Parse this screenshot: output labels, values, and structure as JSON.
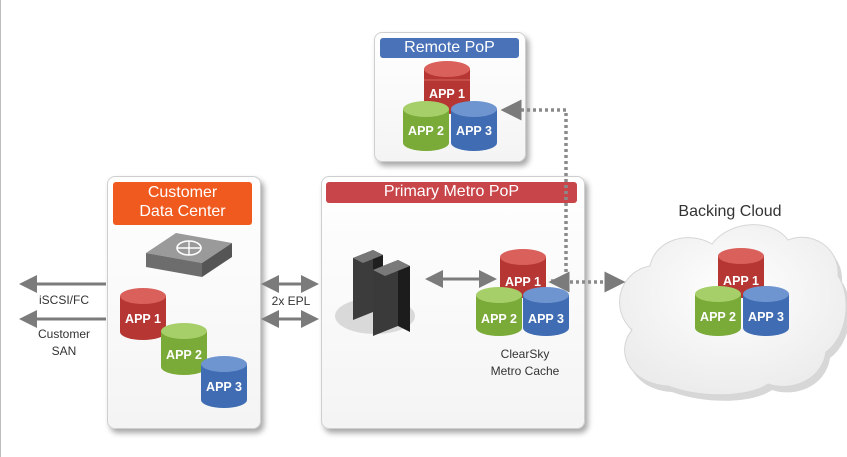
{
  "remote_pop": {
    "title": "Remote PoP"
  },
  "customer_dc": {
    "title_line1": "Customer",
    "title_line2": "Data Center"
  },
  "primary_pop": {
    "title": "Primary Metro PoP"
  },
  "backing_cloud": {
    "title": "Backing Cloud"
  },
  "apps": {
    "app1": "APP 1",
    "app2": "APP 2",
    "app3": "APP 3"
  },
  "labels": {
    "iscsi": "iSCSI/FC",
    "customer_san_line1": "Customer",
    "customer_san_line2": "SAN",
    "epl": "2x EPL",
    "clearsky_line1": "ClearSky",
    "clearsky_line2": "Metro Cache"
  },
  "colors": {
    "orange": "#f05a1e",
    "red_header": "#c8464a",
    "blue_header": "#4a72b8",
    "app1": "#c0413d",
    "app2": "#86b443",
    "app3": "#4575bd"
  }
}
